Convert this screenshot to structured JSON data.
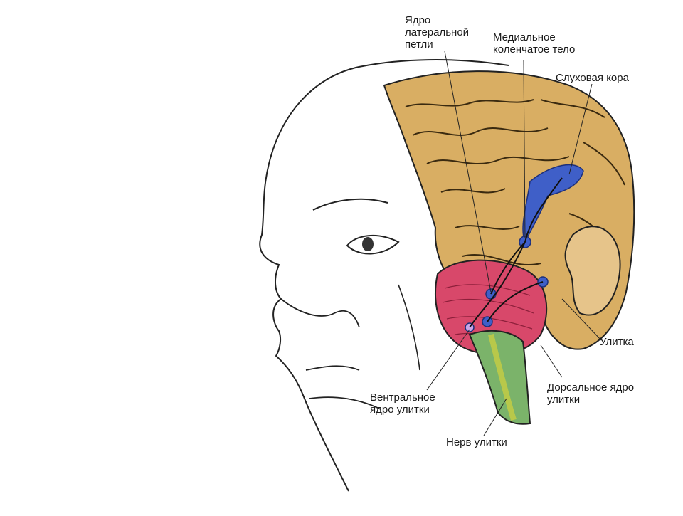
{
  "labels": {
    "lateral_lemniscus": [
      "Ядро",
      "латеральной",
      "петли"
    ],
    "medial_geniculate": [
      "Медиальное",
      "коленчатое тело"
    ],
    "auditory_cortex": [
      "Слуховая кора"
    ],
    "cochlea": [
      "Улитка"
    ],
    "dorsal_nucleus": [
      "Дорсальное ядро",
      "улитки"
    ],
    "ventral_nucleus": [
      "Вентральное",
      "ядро улитки"
    ],
    "cochlear_nerve": [
      "Нерв улитки"
    ]
  },
  "colors": {
    "cortex": "#d9ae63",
    "cortex_dark": "#b88a45",
    "auditory_area": "#3f5fc8",
    "cerebellum": "#d8486a",
    "brainstem": "#7bb36a",
    "nerve": "#b8c84a",
    "outline": "#222222"
  }
}
